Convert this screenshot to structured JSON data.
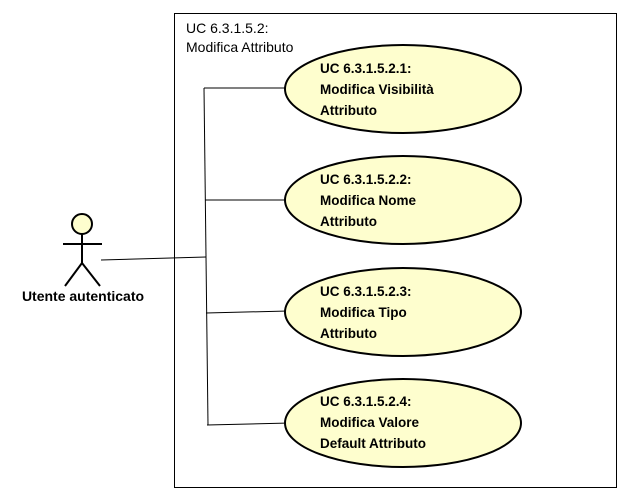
{
  "colors": {
    "use_case_fill": "#FEFECE",
    "stroke": "#000000",
    "background": "#FFFFFF"
  },
  "system_boundary": {
    "title_line1": "UC 6.3.1.5.2:",
    "title_line2": "Modifica Attributo"
  },
  "actor": {
    "label": "Utente autenticato"
  },
  "use_cases": [
    {
      "line1": "UC 6.3.1.5.2.1:",
      "line2": "Modifica Visibilità",
      "line3": "Attributo"
    },
    {
      "line1": "UC 6.3.1.5.2.2:",
      "line2": "Modifica Nome",
      "line3": "Attributo"
    },
    {
      "line1": "UC 6.3.1.5.2.3:",
      "line2": "Modifica Tipo",
      "line3": "Attributo"
    },
    {
      "line1": "UC 6.3.1.5.2.4:",
      "line2": "Modifica Valore",
      "line3": "Default Attributo"
    }
  ]
}
